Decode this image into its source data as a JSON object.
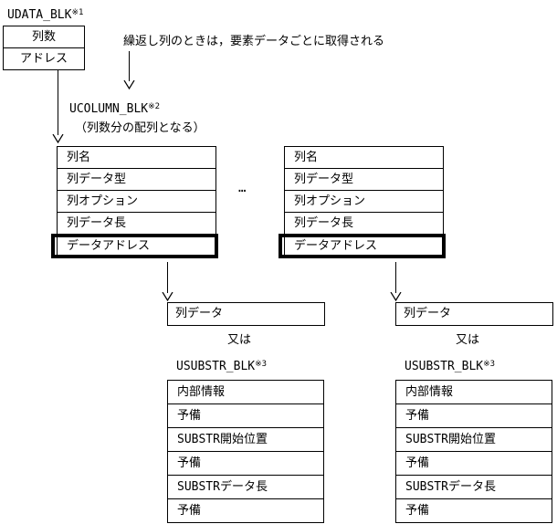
{
  "colors": {
    "ink": "#000000",
    "background": "#ffffff"
  },
  "udata": {
    "label": "UDATA_BLK",
    "ref": "※1",
    "rows": [
      "列数",
      "アドレス"
    ]
  },
  "annotation": {
    "text": "繰返し列のときは，要素データごとに取得される"
  },
  "ucolumn": {
    "label": "UCOLUMN_BLK",
    "ref": "※2",
    "note": "（列数分の配列となる）",
    "rows": [
      "列名",
      "列データ型",
      "列オプション",
      "列データ長",
      "データアドレス"
    ],
    "highlighted_row": "データアドレス",
    "ellipsis": "…"
  },
  "coldata": {
    "box_label": "列データ",
    "or_label": "又は"
  },
  "usubstr": {
    "label": "USUBSTR_BLK",
    "ref": "※3",
    "rows": [
      "内部情報",
      "予備",
      "SUBSTR開始位置",
      "予備",
      "SUBSTRデータ長",
      "予備"
    ]
  }
}
